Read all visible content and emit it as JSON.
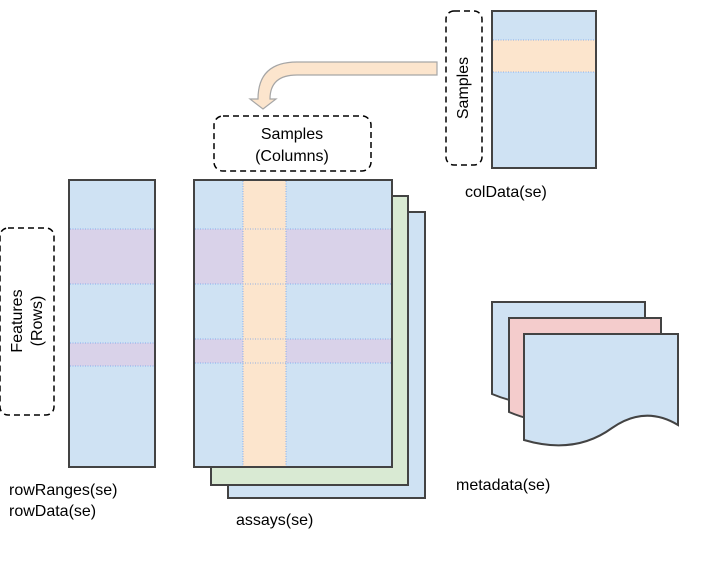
{
  "labels": {
    "samples_columns_line1": "Samples",
    "samples_columns_line2": "(Columns)",
    "samples_vertical": "Samples",
    "features_line1": "Features",
    "features_line2": "(Rows)",
    "coldata": "colData(se)",
    "rowranges": "rowRanges(se)",
    "rowdata": "rowData(se)",
    "assays": "assays(se)",
    "metadata": "metadata(se)"
  },
  "colors": {
    "matrix_fill": "#cfe2f3",
    "row_highlight": "#d9d2e9",
    "column_highlight": "#fce5cd",
    "assay_layer_2": "#d9ead3",
    "metadata_layer_2": "#f4cccc",
    "stroke": "#434343",
    "arrow_fill": "#fce5cd",
    "arrow_stroke": "#a6a6a6"
  },
  "icons": {
    "arrow": "curved-arrow-icon"
  }
}
